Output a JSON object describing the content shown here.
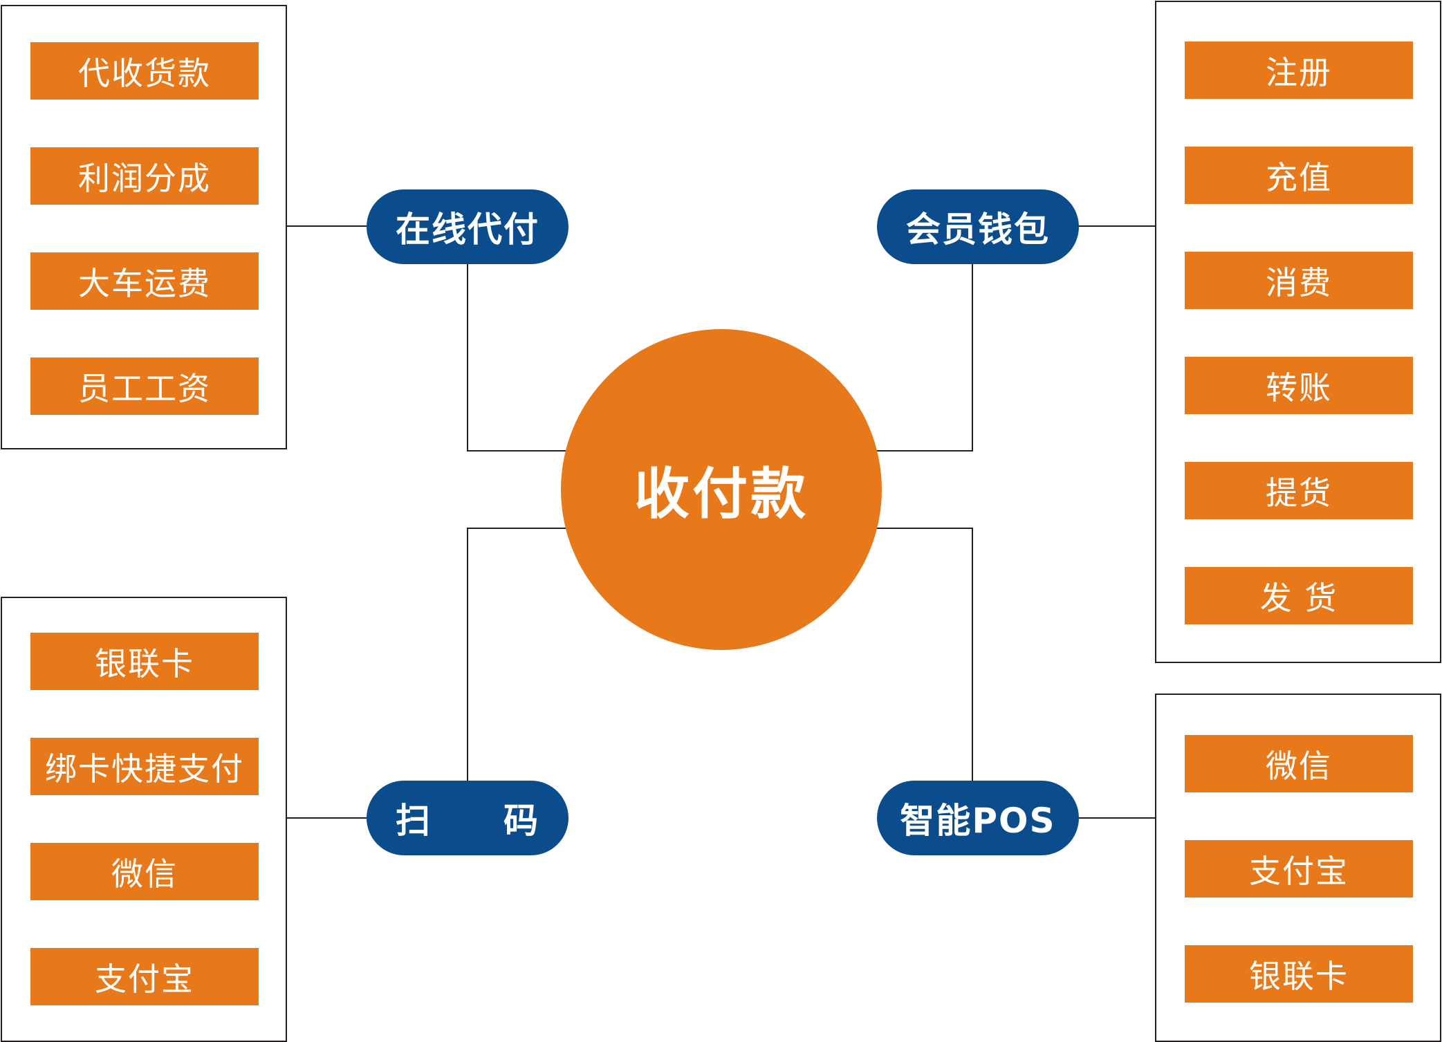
{
  "center": {
    "label": "收付款"
  },
  "colors": {
    "item_fill": "#e8791b",
    "hub_fill": "#e8791b",
    "category_fill": "#0b4d8c",
    "text": "#ffffff",
    "border": "#231f20"
  },
  "categories": {
    "online_payment": {
      "label": "在线代付",
      "items": [
        "代收货款",
        "利润分成",
        "大车运费",
        "员工工资"
      ]
    },
    "member_wallet": {
      "label": "会员钱包",
      "items": [
        "注册",
        "充值",
        "消费",
        "转账",
        "提货",
        "发 货"
      ]
    },
    "scan_code": {
      "label_left": "扫",
      "label_right": "码",
      "items": [
        "银联卡",
        "绑卡快捷支付",
        "微信",
        "支付宝"
      ]
    },
    "smart_pos": {
      "label": "智能POS",
      "items": [
        "微信",
        "支付宝",
        "银联卡"
      ]
    }
  }
}
